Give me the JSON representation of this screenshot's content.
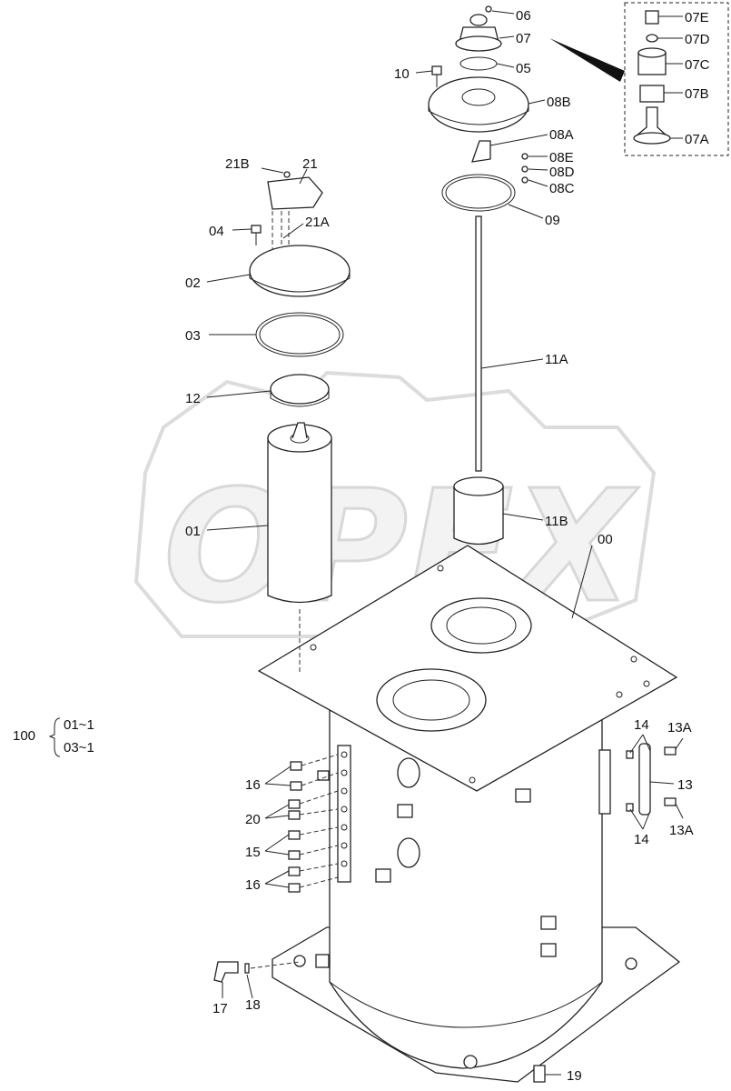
{
  "watermark": "OPEX",
  "labels": {
    "l06": "06",
    "l07": "07",
    "l05": "05",
    "l10": "10",
    "l08B": "08B",
    "l08A": "08A",
    "l08E": "08E",
    "l08D": "08D",
    "l08C": "08C",
    "l09": "09",
    "l07E": "07E",
    "l07D": "07D",
    "l07C": "07C",
    "l07B": "07B",
    "l07A": "07A",
    "l21B": "21B",
    "l21": "21",
    "l21A": "21A",
    "l04": "04",
    "l02": "02",
    "l03": "03",
    "l12": "12",
    "l01": "01",
    "l11A": "11A",
    "l11B": "11B",
    "l00": "00",
    "l100": "100",
    "l100a": "01~1",
    "l100b": "03~1",
    "l16a": "16",
    "l20": "20",
    "l15": "15",
    "l16b": "16",
    "l14a": "14",
    "l13Aa": "13A",
    "l13": "13",
    "l14b": "14",
    "l13Ab": "13A",
    "l17": "17",
    "l18": "18",
    "l19": "19"
  }
}
